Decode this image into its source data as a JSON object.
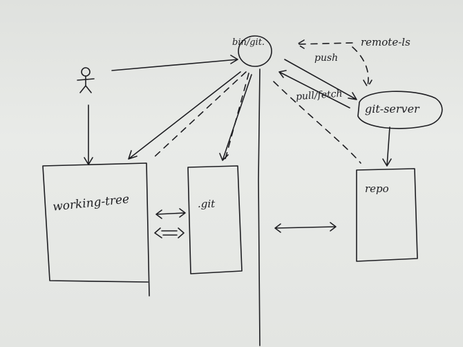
{
  "labels": {
    "git_binary": "bin/git.",
    "remote_ls": "remote-ls",
    "push": "push",
    "pull_fetch": "pull/fetch",
    "git_server": "git-server",
    "working_tree": "working-tree",
    "git_dir": ".git",
    "repo": "repo"
  }
}
